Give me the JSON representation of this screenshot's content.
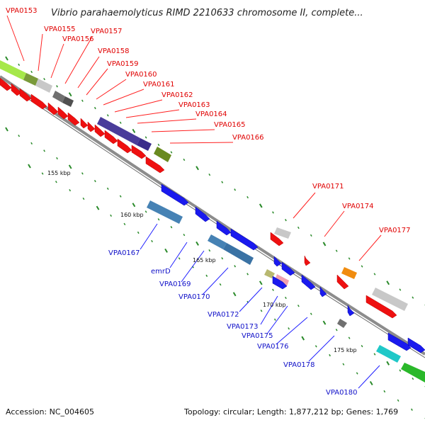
{
  "title": "Vibrio parahaemolyticus RIMD 2210633 chromosome II, complete...",
  "scale_labels": [
    "155 kbp",
    "160 kbp",
    "165 kbp",
    "170 kbp",
    "175 kbp"
  ],
  "forward_genes": [
    "VPA0153",
    "VPA0155",
    "VPA0156",
    "VPA0157",
    "VPA0158",
    "VPA0159",
    "VPA0160",
    "VPA0161",
    "VPA0162",
    "VPA0163",
    "VPA0164",
    "VPA0165",
    "VPA0166",
    "VPA0171",
    "VPA0174",
    "VPA0177"
  ],
  "reverse_genes": [
    "VPA0167",
    "emrD",
    "VPA0169",
    "VPA0170",
    "VPA0172",
    "VPA0173",
    "VPA0175",
    "VPA0176",
    "VPA0178",
    "VPA0180"
  ],
  "footer": {
    "accession": "Accession: NC_004605",
    "summary": "Topology: circular; Length: 1,877,212 bp; Genes: 1,769"
  },
  "colors": {
    "forward_label": "#e00000",
    "reverse_label": "#1010c8",
    "backbone": "#8c8c8c",
    "ticks": "#2a8a2a"
  }
}
